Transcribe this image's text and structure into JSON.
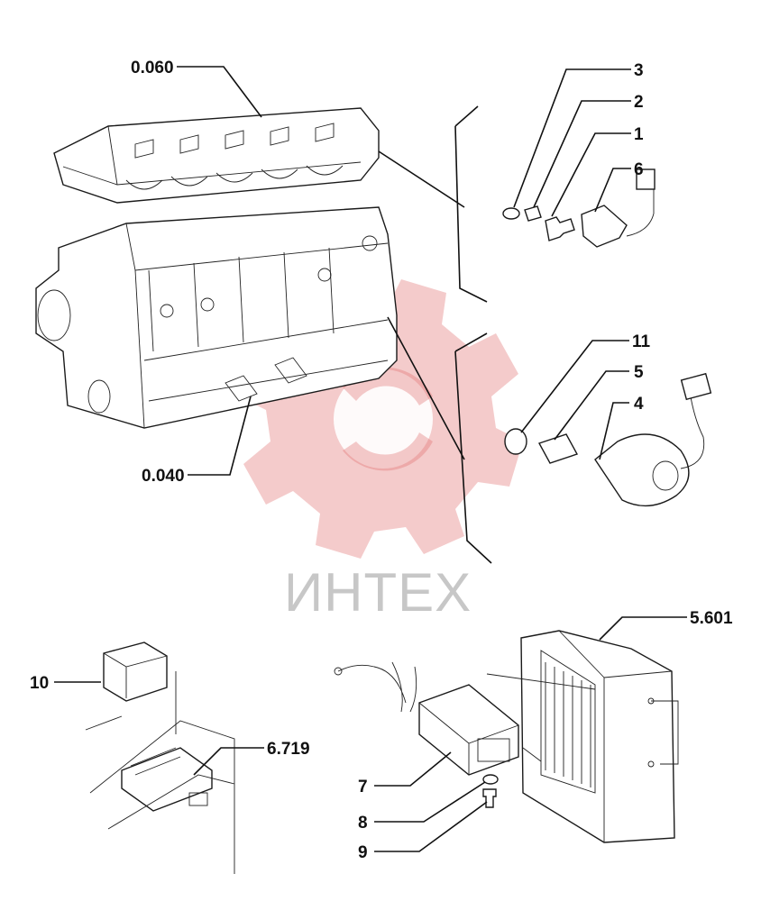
{
  "watermark": {
    "text": "ИНТЕХ",
    "logo_color": "#e06a6a"
  },
  "callouts": [
    {
      "id": "0060",
      "text": "0.060"
    },
    {
      "id": "0040",
      "text": "0.040"
    },
    {
      "id": "3",
      "text": "3"
    },
    {
      "id": "2",
      "text": "2"
    },
    {
      "id": "1",
      "text": "1"
    },
    {
      "id": "6",
      "text": "6"
    },
    {
      "id": "11",
      "text": "11"
    },
    {
      "id": "5",
      "text": "5"
    },
    {
      "id": "4",
      "text": "4"
    },
    {
      "id": "5601",
      "text": "5.601"
    },
    {
      "id": "10",
      "text": "10"
    },
    {
      "id": "6719",
      "text": "6.719"
    },
    {
      "id": "7",
      "text": "7"
    },
    {
      "id": "8",
      "text": "8"
    },
    {
      "id": "9",
      "text": "9"
    }
  ]
}
